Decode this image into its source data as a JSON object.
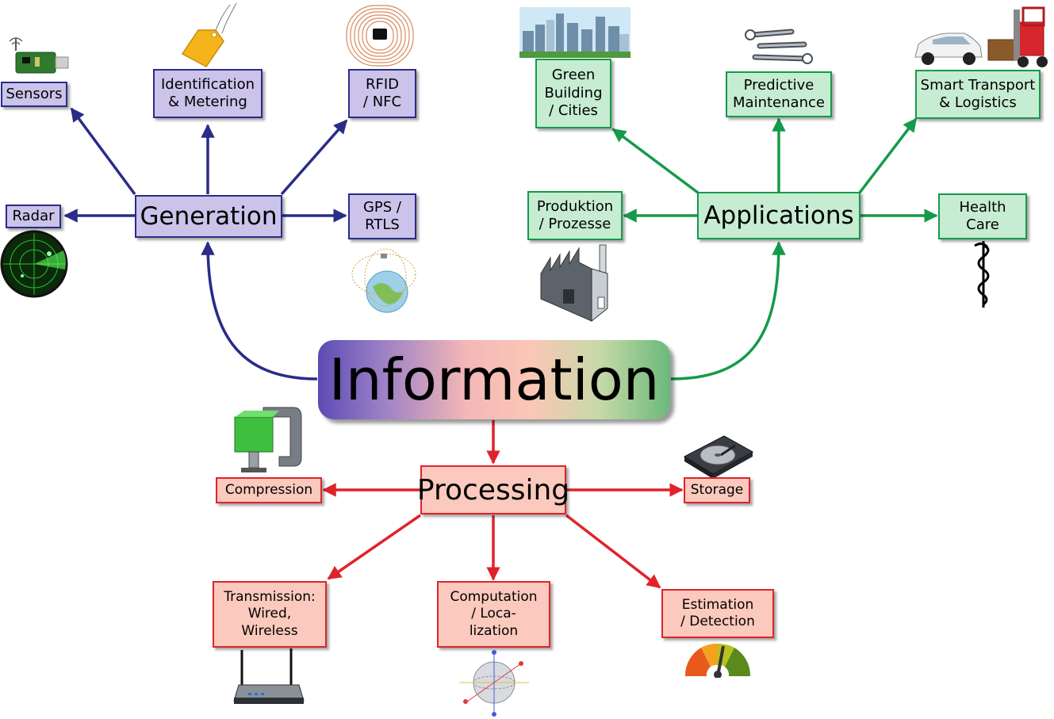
{
  "center": {
    "label": "Information"
  },
  "generation": {
    "label": "Generation",
    "color": "#2a2c88",
    "items": {
      "sensors": "Sensors",
      "identification": [
        "Identification",
        "& Metering"
      ],
      "rfid": [
        "RFID",
        "/ NFC"
      ],
      "radar": "Radar",
      "gps": [
        "GPS /",
        "RTLS"
      ]
    }
  },
  "applications": {
    "label": "Applications",
    "color": "#159a4a",
    "items": {
      "green_building": [
        "Green",
        "Building",
        "/ Cities"
      ],
      "predictive": [
        "Predictive",
        "Maintenance"
      ],
      "smart_transport": [
        "Smart Transport",
        "& Logistics"
      ],
      "produktion": [
        "Produktion",
        "/ Prozesse"
      ],
      "health": [
        "Health",
        "Care"
      ]
    }
  },
  "processing": {
    "label": "Processing",
    "color": "#e0232b",
    "items": {
      "compression": "Compression",
      "storage": "Storage",
      "transmission": [
        "Transmission:",
        "Wired,",
        "Wireless"
      ],
      "computation": [
        "Computation",
        "/ Loca-",
        "lization"
      ],
      "estimation": [
        "Estimation",
        "/ Detection"
      ]
    }
  },
  "icons": [
    "usb-sensor-icon",
    "price-tag-icon",
    "rfid-coil-icon",
    "radar-screen-icon",
    "globe-icon",
    "city-skyline-icon",
    "wrench-icon",
    "car-and-forklift-icon",
    "factory-icon",
    "caduceus-icon",
    "clamp-icon",
    "hard-disk-icon",
    "router-icon",
    "coordinate-sphere-icon",
    "gauge-icon"
  ]
}
